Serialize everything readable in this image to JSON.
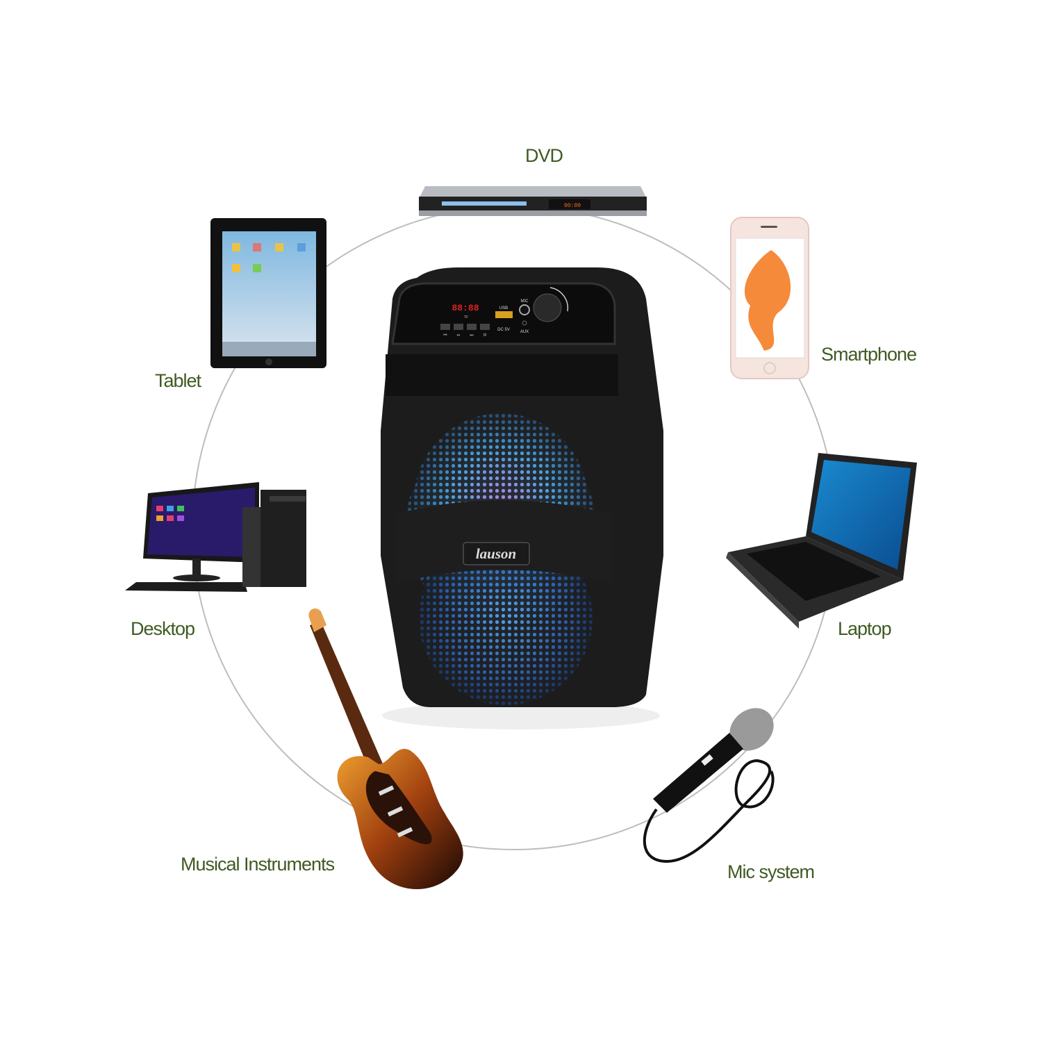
{
  "labels": {
    "dvd": "DVD",
    "smartphone": "Smartphone",
    "laptop": "Laptop",
    "mic": "Mic system",
    "instruments": "Musical Instruments",
    "desktop": "Desktop",
    "tablet": "Tablet"
  },
  "speaker": {
    "brand": "lauson",
    "display": "88:88",
    "tf": "TF",
    "usb": "USB",
    "dc": "DC 5V",
    "mic": "MIC",
    "aux": "AUX",
    "mode": "M",
    "btn_prev": "⏮",
    "btn_play": "⏯",
    "btn_next": "⏭"
  },
  "dvd_display": "00:00",
  "colors": {
    "label": "#3f5a22",
    "ring": "#b8b8b8",
    "speaker": "#1c1c1c"
  }
}
